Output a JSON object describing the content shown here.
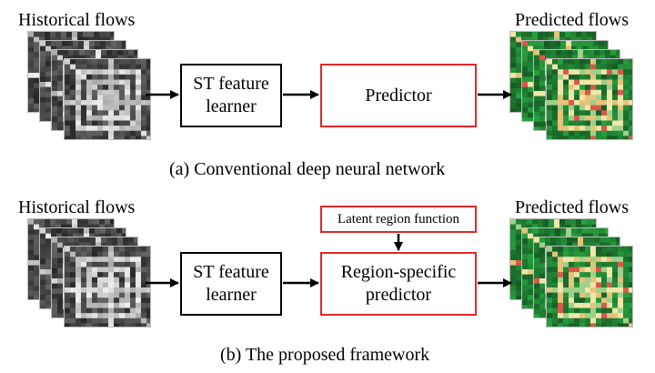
{
  "panel_a": {
    "input_label": "Historical flows",
    "learner_line1": "ST feature",
    "learner_line2": "learner",
    "predictor_label": "Predictor",
    "output_label": "Predicted flows",
    "caption": "(a) Conventional deep neural network"
  },
  "panel_b": {
    "input_label": "Historical flows",
    "learner_line1": "ST feature",
    "learner_line2": "learner",
    "latent_label": "Latent region function",
    "predictor_line1": "Region-specific",
    "predictor_line2": "predictor",
    "output_label": "Predicted flows",
    "caption": "(b) The proposed framework"
  },
  "colors": {
    "predictor_border": "#e0262a",
    "box_border": "#000000",
    "input_map_bg": "#3a3a3a",
    "output_map_bg": "#1f7a3a"
  }
}
